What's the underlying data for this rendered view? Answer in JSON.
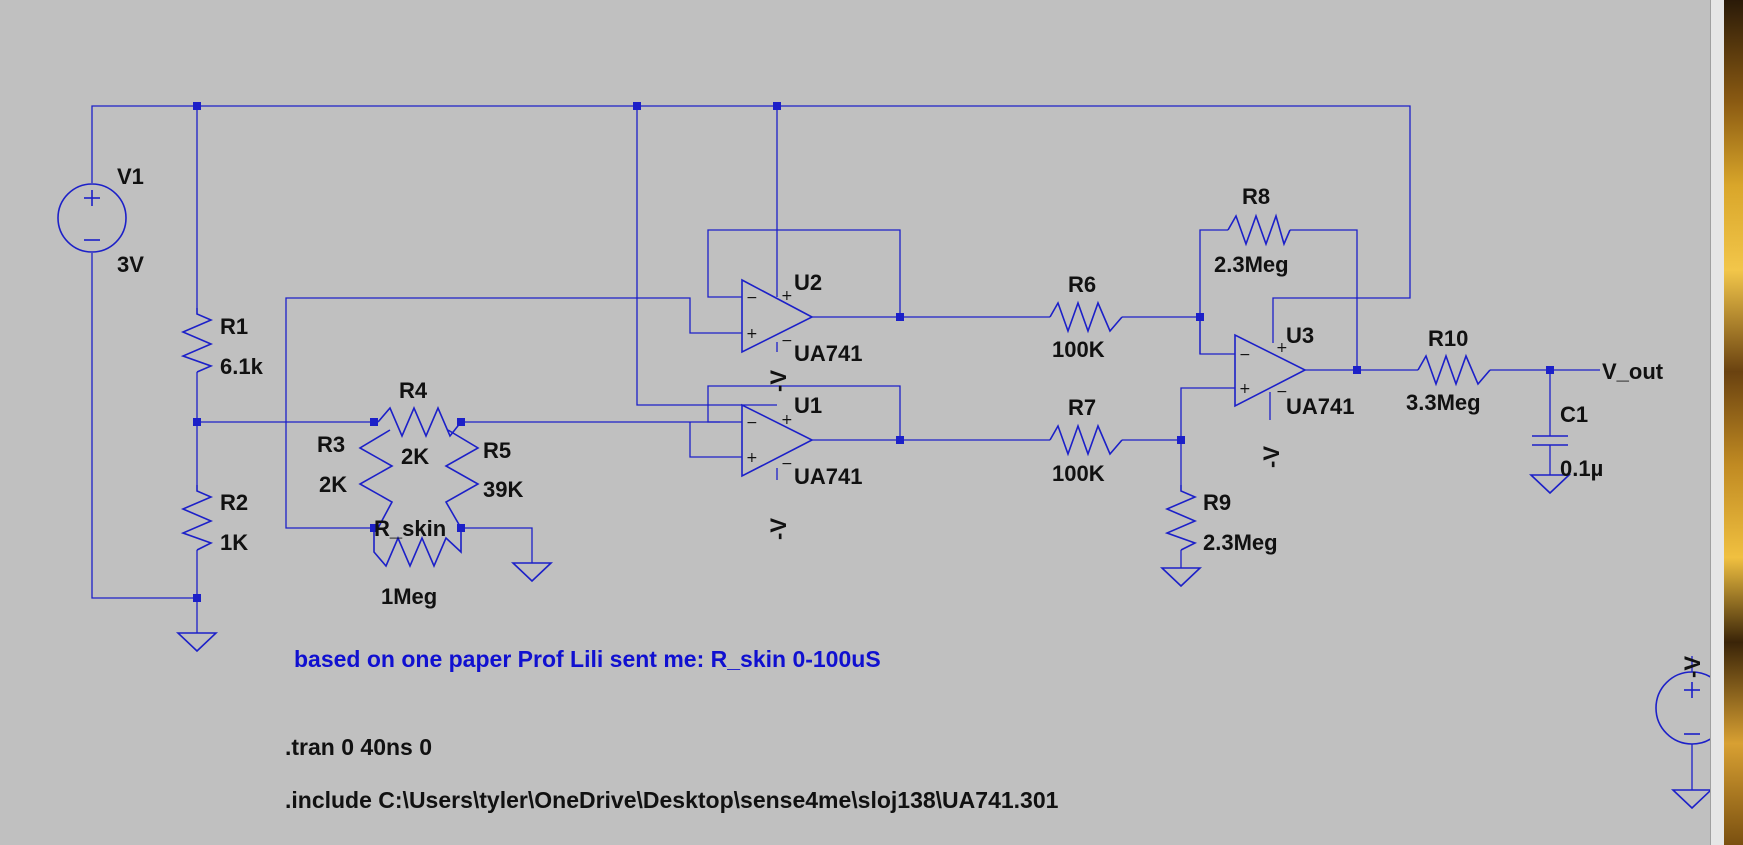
{
  "components": {
    "v1": {
      "name": "V1",
      "value": "3V"
    },
    "r1": {
      "name": "R1",
      "value": "6.1k"
    },
    "r2": {
      "name": "R2",
      "value": "1K"
    },
    "r3": {
      "name": "R3",
      "value": "2K"
    },
    "r4": {
      "name": "R4",
      "value": "2K"
    },
    "r5": {
      "name": "R5",
      "value": "39K"
    },
    "rskin": {
      "name": "R_skin",
      "value": "1Meg"
    },
    "u1": {
      "name": "U1",
      "value": "UA741"
    },
    "u2": {
      "name": "U2",
      "value": "UA741"
    },
    "u3": {
      "name": "U3",
      "value": "UA741"
    },
    "r6": {
      "name": "R6",
      "value": "100K"
    },
    "r7": {
      "name": "R7",
      "value": "100K"
    },
    "r8": {
      "name": "R8",
      "value": "2.3Meg"
    },
    "r9": {
      "name": "R9",
      "value": "2.3Meg"
    },
    "r10": {
      "name": "R10",
      "value": "3.3Meg"
    },
    "c1": {
      "name": "C1",
      "value": "0.1µ"
    }
  },
  "net_labels": {
    "vneg": "-V",
    "vout": "V_out"
  },
  "pins": {
    "plus": "+",
    "minus": "−"
  },
  "notes": {
    "comment": "based on one paper Prof Lili sent me: R_skin 0-100uS",
    "tran": ".tran 0 40ns 0",
    "include": ".include C:\\Users\\tyler\\OneDrive\\Desktop\\sense4me\\sloj138\\UA741.301"
  },
  "colors": {
    "wire": "#1c20c8",
    "background": "#c0c0c0",
    "comment": "#1010d0"
  }
}
